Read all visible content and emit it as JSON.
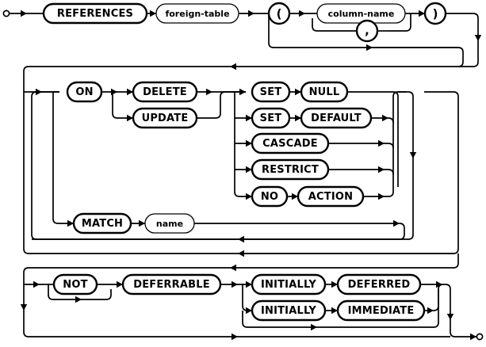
{
  "diagram": {
    "title": "REFERENCES clause syntax diagram",
    "type": "railroad-syntax-diagram",
    "stroke_color": "#000000",
    "background_color": "#ffffff",
    "nodes": {
      "references": {
        "label": "REFERENCES",
        "kind": "keyword"
      },
      "foreign_table": {
        "label": "foreign-table",
        "kind": "nonterminal"
      },
      "lparen": {
        "label": "(",
        "kind": "punctuation"
      },
      "column_name": {
        "label": "column-name",
        "kind": "nonterminal"
      },
      "comma": {
        "label": ",",
        "kind": "punctuation"
      },
      "rparen": {
        "label": ")",
        "kind": "punctuation"
      },
      "on": {
        "label": "ON",
        "kind": "keyword"
      },
      "delete": {
        "label": "DELETE",
        "kind": "keyword"
      },
      "update": {
        "label": "UPDATE",
        "kind": "keyword"
      },
      "set1": {
        "label": "SET",
        "kind": "keyword"
      },
      "null": {
        "label": "NULL",
        "kind": "keyword"
      },
      "set2": {
        "label": "SET",
        "kind": "keyword"
      },
      "default": {
        "label": "DEFAULT",
        "kind": "keyword"
      },
      "cascade": {
        "label": "CASCADE",
        "kind": "keyword"
      },
      "restrict": {
        "label": "RESTRICT",
        "kind": "keyword"
      },
      "no": {
        "label": "NO",
        "kind": "keyword"
      },
      "action": {
        "label": "ACTION",
        "kind": "keyword"
      },
      "match": {
        "label": "MATCH",
        "kind": "keyword"
      },
      "name": {
        "label": "name",
        "kind": "nonterminal"
      },
      "not": {
        "label": "NOT",
        "kind": "keyword"
      },
      "deferrable": {
        "label": "DEFERRABLE",
        "kind": "keyword"
      },
      "initially1": {
        "label": "INITIALLY",
        "kind": "keyword"
      },
      "deferred": {
        "label": "DEFERRED",
        "kind": "keyword"
      },
      "initially2": {
        "label": "INITIALLY",
        "kind": "keyword"
      },
      "immediate": {
        "label": "IMMEDIATE",
        "kind": "keyword"
      }
    }
  }
}
